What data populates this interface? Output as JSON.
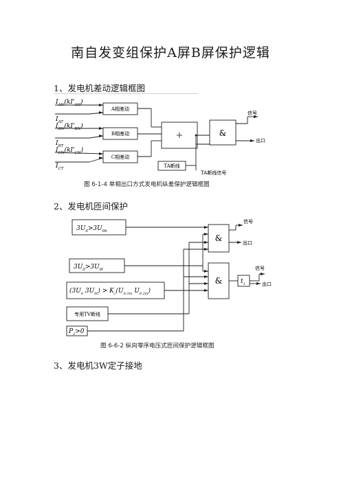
{
  "title": "南自发变组保护A屏B屏保护逻辑",
  "sections": [
    {
      "label": "1、发电机差动逻辑框图"
    },
    {
      "label": "2、发电机匝间保护"
    },
    {
      "label": "3、发电机3W定子接地"
    }
  ],
  "fig1": {
    "caption": "图 6-1-4  单相出口方式发电机纵差保护逻辑框图",
    "inputs": [
      {
        "main": "I",
        "sub": "AN",
        "mid": "(kI'",
        "sub2": "AH",
        "tail": ")"
      },
      {
        "main": "I",
        "sub": "AT"
      },
      {
        "main": "I",
        "sub": "BN",
        "mid": "(kI'",
        "sub2": "BN",
        "tail": ")"
      },
      {
        "main": "I",
        "sub": "BT"
      },
      {
        "main": "I",
        "sub": "CN",
        "mid": "(kI'",
        "sub2": "CN",
        "tail": ")"
      },
      {
        "main": "I",
        "sub": "CT"
      }
    ],
    "blocks": [
      "A相差动",
      "B相差动",
      "C相差动"
    ],
    "or_symbol": "+",
    "and_symbol": "&",
    "ta_block": "TA断线",
    "out_signal": "信号",
    "out_trip": "出口",
    "ta_signal": "TA断线信号"
  },
  "fig2": {
    "caption": "图 6-6-2  纵向零序电压式匝间保护逻辑框图",
    "blocks": [
      {
        "text": "3U",
        "sub": "0",
        "op": ">3U",
        "sub2": "0h"
      },
      {
        "text": "3U",
        "sub": "0",
        "op": ">3U",
        "sub2": "0l"
      },
      {
        "text": "(3U",
        "sub": "0",
        "op": "  3U",
        "sub2": "0t",
        "tail": ") > K",
        "sub3": "z",
        "tail2": "(U",
        "sub4": "0.3m",
        "tail3": "  U",
        "sub5": "0.2m",
        "end": ")"
      },
      {
        "text": "专用TV断线"
      },
      {
        "text": "P",
        "sub": "2",
        "op": ">0"
      }
    ],
    "and_symbol": "&",
    "timer": "t",
    "timer_sub": "1",
    "out_signal_1": "信号",
    "out_trip_1": "出口",
    "out_signal_2": "信号",
    "out_trip_2": "出口"
  }
}
